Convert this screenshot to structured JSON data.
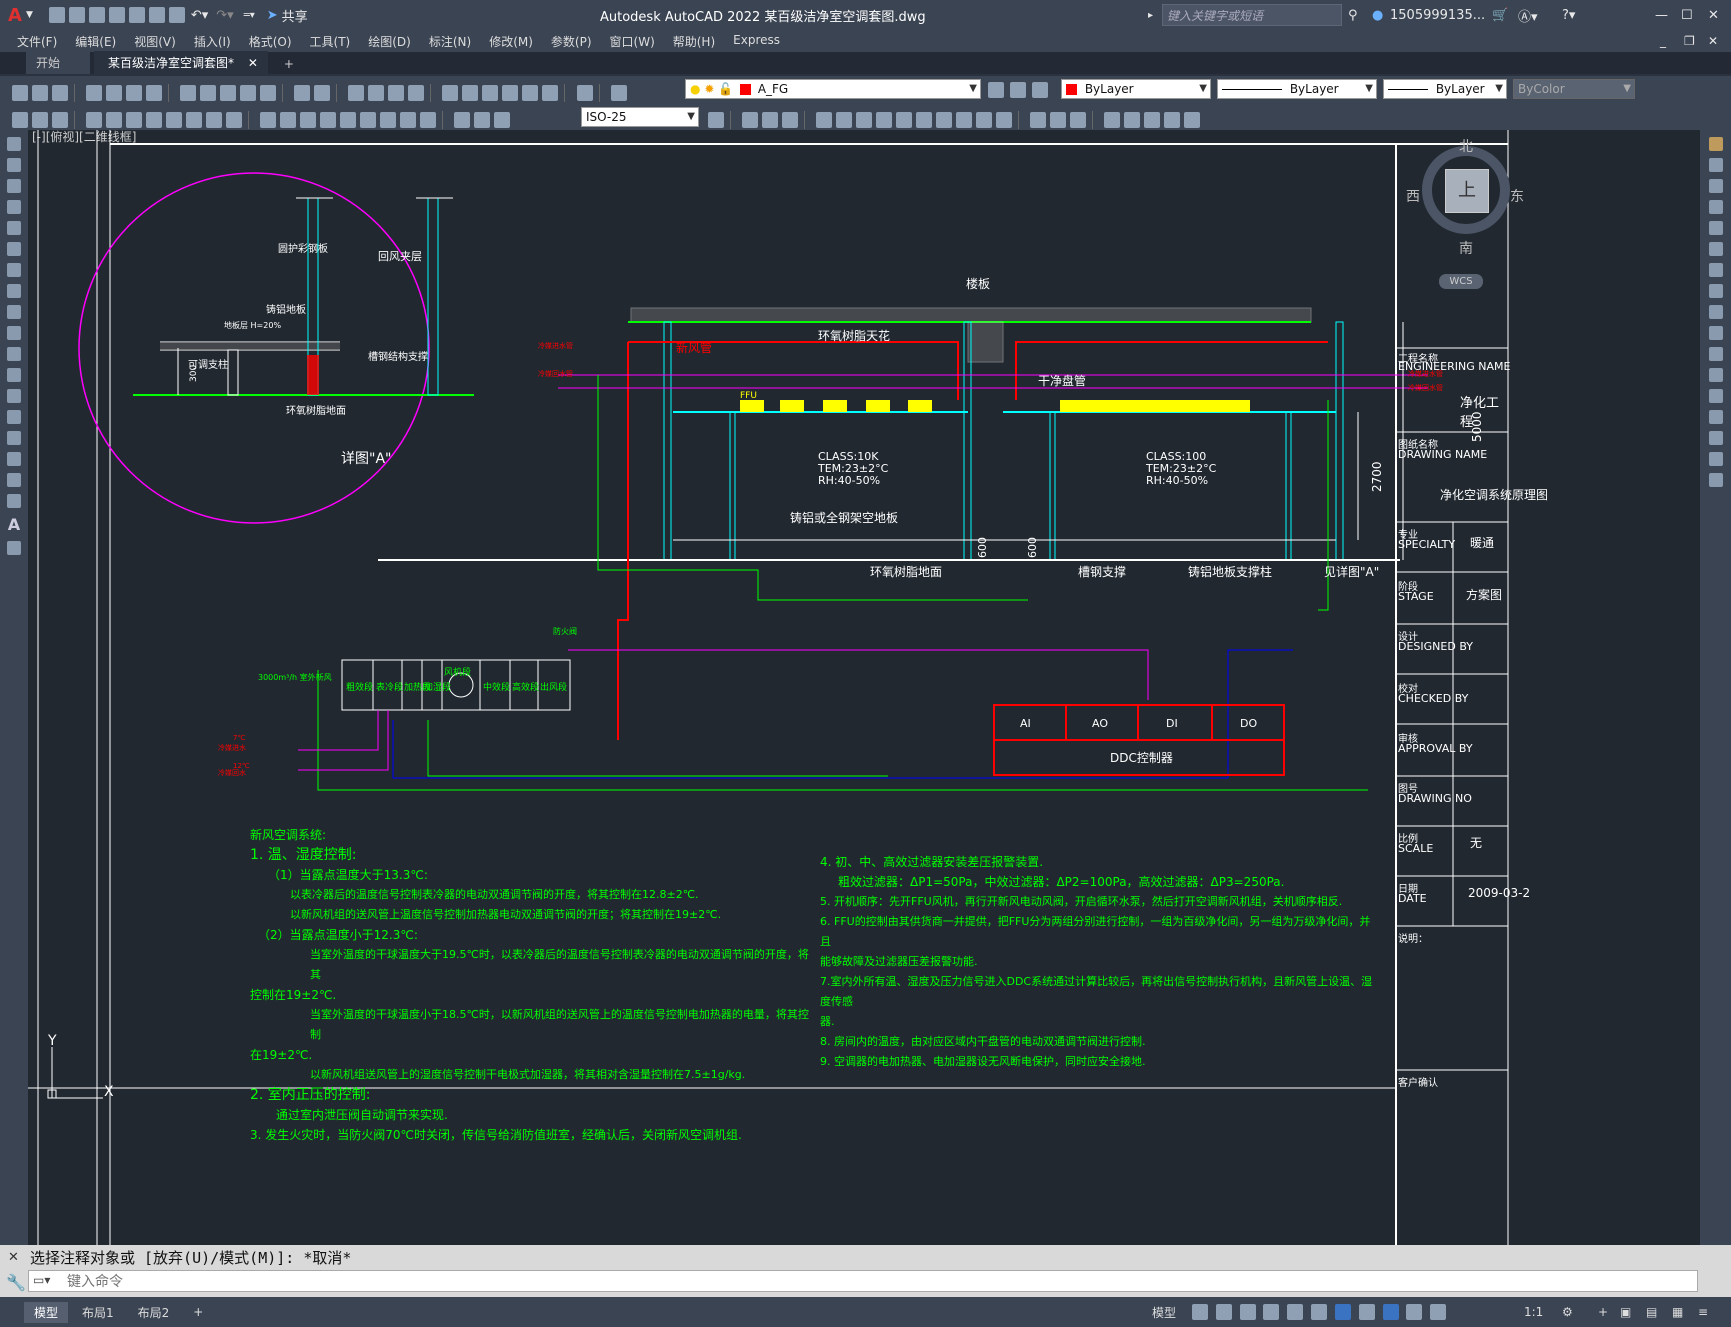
{
  "titlebar": {
    "app_logo": "A",
    "share_label": "共享",
    "title": "Autodesk AutoCAD 2022    某百级洁净室空调套图.dwg",
    "search_placeholder": "键入关键字或短语",
    "user": "1505999135...",
    "icons": [
      "new-icon",
      "open-icon",
      "save-icon",
      "saveas-icon",
      "print-icon",
      "undo-icon",
      "redo-icon",
      "share-icon",
      "search-icon",
      "user-icon",
      "cart-icon",
      "help-icon"
    ]
  },
  "menubar": {
    "items": [
      "文件(F)",
      "编辑(E)",
      "视图(V)",
      "插入(I)",
      "格式(O)",
      "工具(T)",
      "绘图(D)",
      "标注(N)",
      "修改(M)",
      "参数(P)",
      "窗口(W)",
      "帮助(H)",
      "Express"
    ]
  },
  "tabs": {
    "start": "开始",
    "doc": "某百级洁净室空调套图*",
    "add": "+"
  },
  "toolbar": {
    "layer": "A_FG",
    "color": "ByLayer",
    "linetype": "ByLayer",
    "lineweight": "ByLayer",
    "plotstyle": "ByColor",
    "dimstyle": "ISO-25",
    "layer_color": "#ff0000"
  },
  "viewport": {
    "label": "[-][俯视][二维线框]"
  },
  "viewcube": {
    "north": "北",
    "south": "南",
    "east": "东",
    "west": "西",
    "top": "上",
    "wcs": "WCS"
  },
  "drawing": {
    "detail": {
      "labels": [
        "回风夹层",
        "圆护彩钢板",
        "铸铝地板",
        "地板层 H=20%",
        "可调支柱",
        "槽钢结构支撑",
        "环氧树脂地面"
      ],
      "dim": "300",
      "caption": "详图\"A\""
    },
    "section": {
      "floor_slab": "楼板",
      "ceiling": "环氧树脂天花",
      "fresh_duct": "新风管",
      "clean_pipe": "干净盘管",
      "ffu_label": "FFU",
      "room1": [
        "CLASS:10K",
        "TEM:23±2°C",
        "RH:40-50%"
      ],
      "room2": [
        "CLASS:100",
        "TEM:23±2°C",
        "RH:40-50%"
      ],
      "raised_floor": "铸铝或全钢架空地板",
      "epoxy_floor": "环氧树脂地面",
      "channel_support": "槽钢支撑",
      "floor_pedestal": "铸铝地板支撑柱",
      "see_detail": "见详图\"A\"",
      "dim_total": "5000",
      "dim_room": "2700",
      "dim_600a": "600",
      "dim_600b": "600",
      "pipe_labels": [
        "冷媒进水管",
        "冷媒回水管",
        "冷媒进水管",
        "冷媒回水管"
      ]
    },
    "ahu": {
      "sections": [
        "粗效段",
        "表冷段",
        "加热段",
        "加湿段",
        "风机段",
        "中效段",
        "高效段",
        "出风段"
      ],
      "intake": "3000m³/h 室外新风",
      "water_labels": [
        "冷媒进水",
        "冷媒回水",
        "7℃",
        "12℃",
        "防火阀"
      ]
    },
    "ddc": {
      "ports": [
        "AI",
        "AO",
        "DI",
        "DO"
      ],
      "name": "DDC控制器"
    }
  },
  "notes": {
    "left": [
      "新风空调系统:",
      "1. 温、湿度控制:",
      "（1）当露点温度大于13.3℃:",
      "以表冷器后的温度信号控制表冷器的电动双通调节阀的开度，将其控制在12.8±2℃.",
      "以新风机组的送风管上温度信号控制加热器电动双通调节阀的开度；将其控制在19±2℃.",
      "（2）当露点温度小于12.3℃:",
      "当室外温度的干球温度大于19.5℃时，以表冷器后的温度信号控制表冷器的电动双通调节阀的开度，将其",
      "控制在19±2℃.",
      "当室外温度的干球温度小于18.5℃时，以新风机组的送风管上的温度信号控制电加热器的电量，将其控制",
      "在19±2℃.",
      "以新风机组送风管上的湿度信号控制干电极式加湿器，将其相对含湿量控制在7.5±1g/kg.",
      "2. 室内正压的控制:",
      "通过室内泄压阀自动调节来实现.",
      "3. 发生火灾时，当防火阀70℃时关闭，传信号给消防值班室，经确认后，关闭新风空调机组."
    ],
    "right": [
      "4. 初、中、高效过滤器安装差压报警装置.",
      "粗效过滤器：ΔP1=50Pa，中效过滤器：ΔP2=100Pa，高效过滤器：ΔP3=250Pa.",
      "5. 开机顺序：先开FFU风机，再行开新风电动风阀，开启循环水泵，然后打开空调新风机组，关机顺序相反.",
      "6. FFU的控制由其供货商一并提供，把FFU分为两组分别进行控制，一组为百级净化间，另一组为万级净化间，并且",
      "能够故障及过滤器压差报警功能.",
      "7.室内外所有温、湿度及压力信号进入DDC系统通过计算比较后，再将出信号控制执行机构，且新风管上设温、湿度传感",
      "器.",
      "8. 房间内的温度，由对应区域内干盘管的电动双通调节阀进行控制.",
      "9. 空调器的电加热器、电加湿器设无风断电保护，同时应安全接地."
    ]
  },
  "titleblock": {
    "eng_cn": "工程名称",
    "eng_en": "ENGINEERING NAME",
    "eng_val": "净化工程",
    "drw_cn": "图纸名称",
    "drw_en": "DRAWING NAME",
    "drw_val": "净化空调系统原理图",
    "spec_cn": "专业",
    "spec_en": "SPECIALTY",
    "spec_val": "暖通",
    "stage_cn": "阶段",
    "stage_en": "STAGE",
    "stage_val": "方案图",
    "des_cn": "设计",
    "des_en": "DESIGNED BY",
    "chk_cn": "校对",
    "chk_en": "CHECKED BY",
    "apr_cn": "审核",
    "apr_en": "APPROVAL BY",
    "no_cn": "图号",
    "no_en": "DRAWING NO",
    "scale_cn": "比例",
    "scale_en": "SCALE",
    "scale_val": "无",
    "date_cn": "日期",
    "date_en": "DATE",
    "date_val": "2009-03-2",
    "remark": "说明：",
    "client": "客户确认"
  },
  "ucs": {
    "y": "Y",
    "x": "X"
  },
  "command": {
    "history": "选择注释对象或 [放弃(U)/模式(M)]: *取消*",
    "placeholder": "键入命令"
  },
  "status": {
    "tabs": [
      "模型",
      "布局1",
      "布局2"
    ],
    "add": "+",
    "model_space": "模型",
    "scale": "1:1"
  },
  "colors": {
    "accent_green": "#00ff00",
    "cyan": "#00ffff",
    "magenta": "#ff00ff",
    "red": "#ff0000",
    "yellow": "#ffff00",
    "white": "#ffffff",
    "blue": "#0000ff"
  }
}
